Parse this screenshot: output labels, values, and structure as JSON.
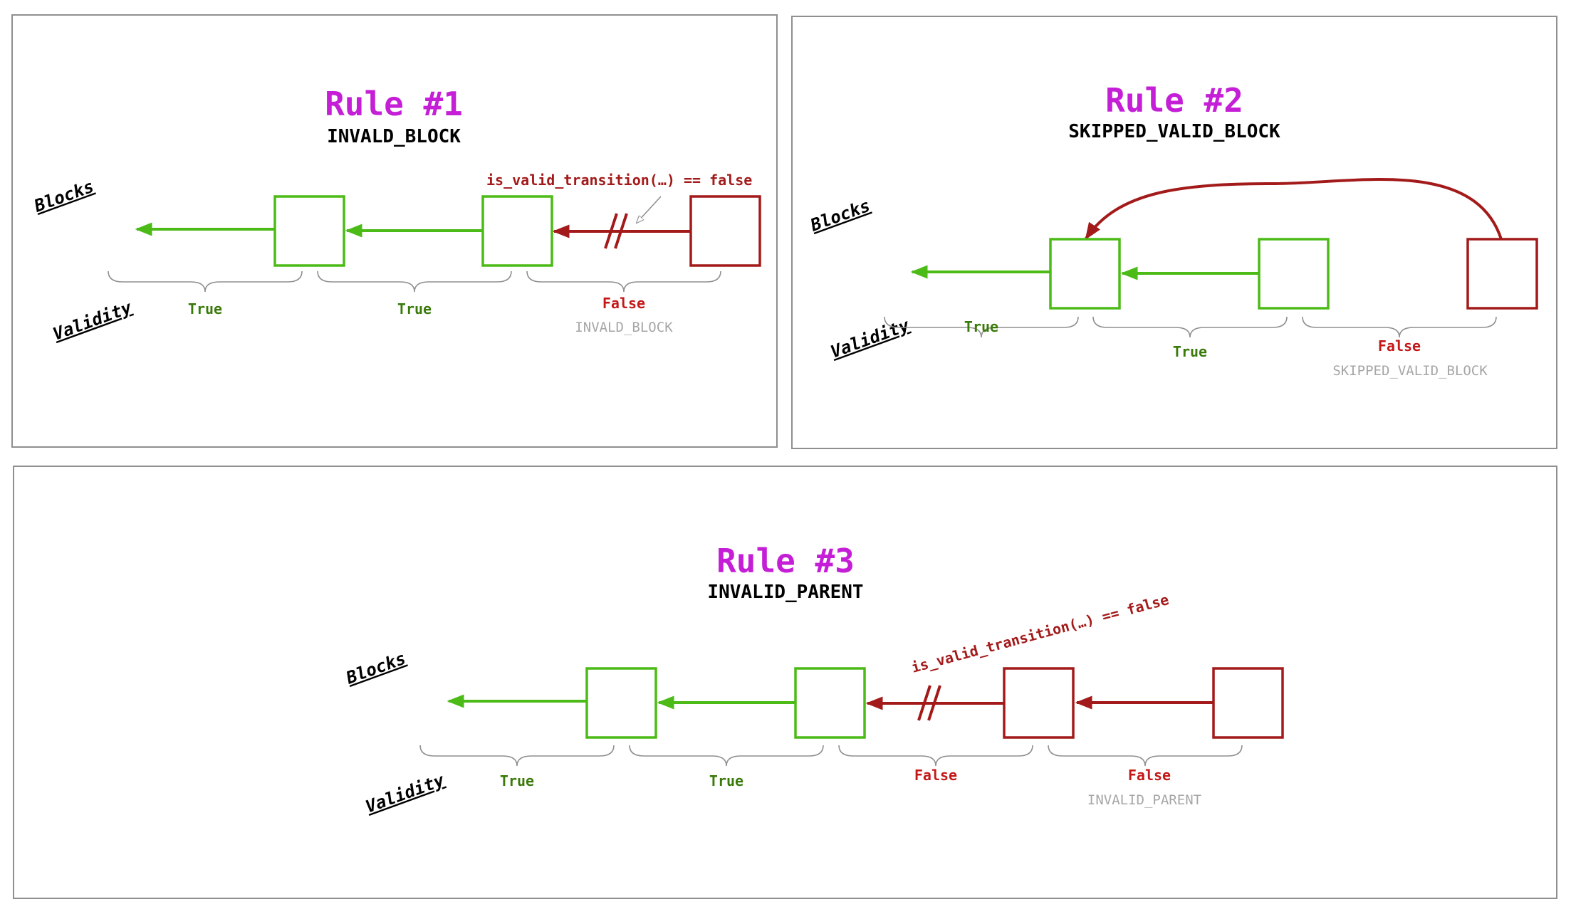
{
  "colors": {
    "title": "#c41ed6",
    "valid": "#4cbb17",
    "valid_text": "#3a7a0a",
    "invalid": "#a31a1a",
    "reason": "#a6a6a6",
    "frame": "#8f8f8f"
  },
  "labels": {
    "blocks": "Blocks",
    "validity": "Validity",
    "true": "True",
    "false": "False"
  },
  "panels": [
    {
      "id": "rule1",
      "title": "Rule #1",
      "subtitle": "INVALD_BLOCK",
      "blocks": [
        {
          "valid": true
        },
        {
          "valid": true
        },
        {
          "valid": false
        }
      ],
      "validity": [
        {
          "value": "True",
          "valid": true,
          "reason": ""
        },
        {
          "value": "True",
          "valid": true,
          "reason": ""
        },
        {
          "value": "False",
          "valid": false,
          "reason": "INVALD_BLOCK"
        }
      ],
      "annotation": "is_valid_transition(…) == false"
    },
    {
      "id": "rule2",
      "title": "Rule #2",
      "subtitle": "SKIPPED_VALID_BLOCK",
      "blocks": [
        {
          "valid": true
        },
        {
          "valid": true
        },
        {
          "valid": false
        }
      ],
      "validity": [
        {
          "value": "True",
          "valid": true,
          "reason": ""
        },
        {
          "value": "True",
          "valid": true,
          "reason": ""
        },
        {
          "value": "False",
          "valid": false,
          "reason": "SKIPPED_VALID_BLOCK"
        }
      ],
      "annotation": ""
    },
    {
      "id": "rule3",
      "title": "Rule #3",
      "subtitle": "INVALID_PARENT",
      "blocks": [
        {
          "valid": true
        },
        {
          "valid": true
        },
        {
          "valid": false
        },
        {
          "valid": false
        }
      ],
      "validity": [
        {
          "value": "True",
          "valid": true,
          "reason": ""
        },
        {
          "value": "True",
          "valid": true,
          "reason": ""
        },
        {
          "value": "False",
          "valid": false,
          "reason": ""
        },
        {
          "value": "False",
          "valid": false,
          "reason": "INVALID_PARENT"
        }
      ],
      "annotation": "is_valid_transition(…) == false"
    }
  ]
}
